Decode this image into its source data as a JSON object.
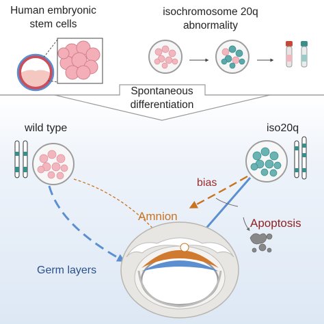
{
  "top": {
    "hesc_label": [
      "Human embryonic",
      "stem cells"
    ],
    "iso_label": [
      "isochromosome 20q",
      "abnormality"
    ]
  },
  "middle": {
    "spontaneous_label": [
      "Spontaneous",
      "differentiation"
    ]
  },
  "bottom": {
    "wild_type_label": "wild type",
    "iso20q_label": "iso20q",
    "bias_label": "bias",
    "amnion_label": "Amnion",
    "apoptosis_label": "Apoptosis",
    "germ_layers_label": "Germ layers"
  },
  "colors": {
    "teal": "#2e8a8c",
    "pink": "#f2b6be",
    "blue_arrow": "#5b8fd0",
    "amnion_orange": "#c8731e",
    "bias_red": "#9c2a2a",
    "apoptosis_red": "#8e2222",
    "germ_blue": "#2b4f8a",
    "tube_red": "#c24a3a",
    "tube_teal": "#3b8d8a"
  }
}
